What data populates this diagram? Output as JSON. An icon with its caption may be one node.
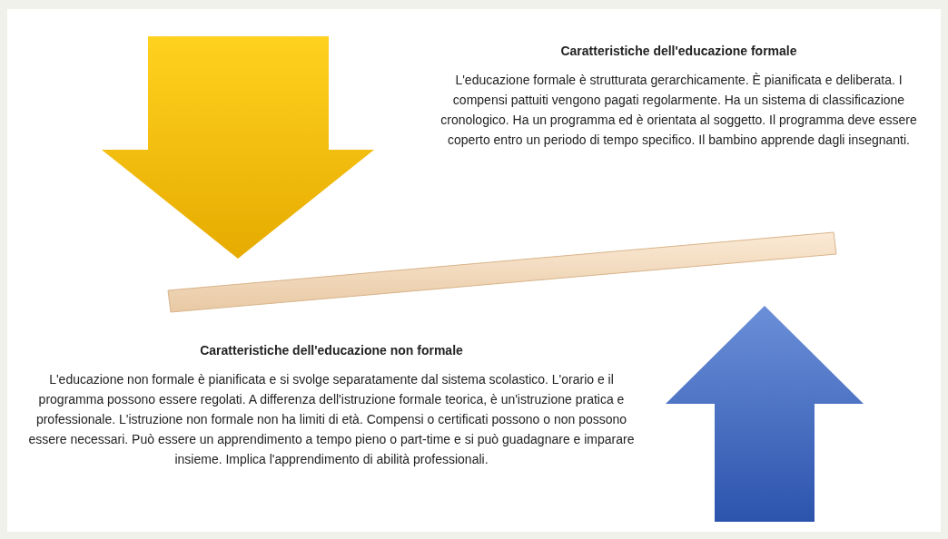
{
  "diagram": {
    "nodes": [
      {
        "text": [
          "Caratteristiche dell'educazione formale",
          "L'educazione formale è strutturata gerarchicamente. È pianificata e deliberata. I compensi pattuiti vengono pagati regolarmente. Ha un sistema di classificazione cronologico. Ha un programma ed è orientata al soggetto. Il programma deve essere coperto entro un periodo di tempo specifico. Il bambino apprende dagli insegnanti."
        ]
      },
      {
        "text": [
          "Caratteristiche dell'educazione non formale",
          "L'educazione non formale è pianificata e si svolge separatamente dal sistema scolastico. L'orario e il programma possono essere regolati. A differenza dell'istruzione formale teorica, è un'istruzione pratica e professionale. L'istruzione non formale non ha limiti di età. Compensi o certificati possono o non possono essere necessari. Può essere un apprendimento a tempo pieno o part-time e si può guadagnare e imparare insieme. Implica l'apprendimento di abilità professionali."
        ]
      }
    ]
  }
}
